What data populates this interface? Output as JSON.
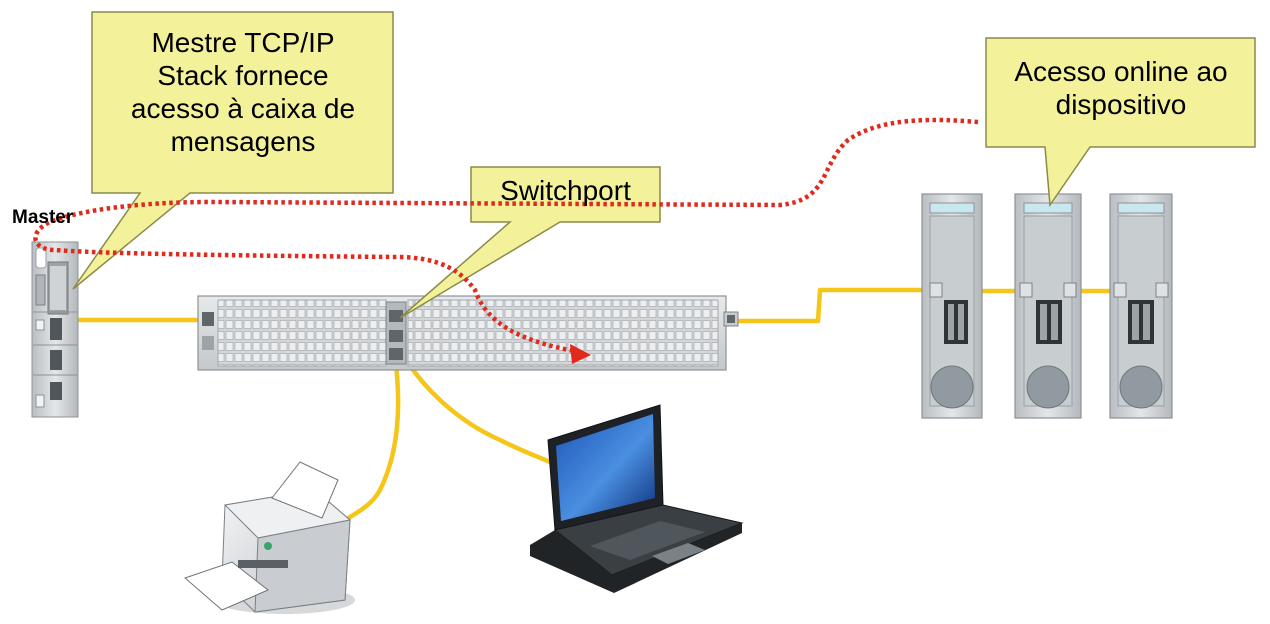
{
  "labels": {
    "master": "Master",
    "callout_master": "Mestre TCP/IP\nStack fornece\nacesso à caixa de\nmensagens",
    "callout_switchport": "Switchport",
    "callout_online": "Acesso online ao\ndispositivo"
  },
  "colors": {
    "callout_fill": "#f3f29a",
    "callout_stroke": "#8a8a4a",
    "cable": "#f5c518",
    "dotted_path": "#e12a1e",
    "device_body": "#d8dadb",
    "device_edge": "#8c9296"
  },
  "devices": [
    "master-plc",
    "network-switch",
    "io-module-1",
    "io-module-2",
    "io-module-3",
    "printer",
    "laptop"
  ]
}
